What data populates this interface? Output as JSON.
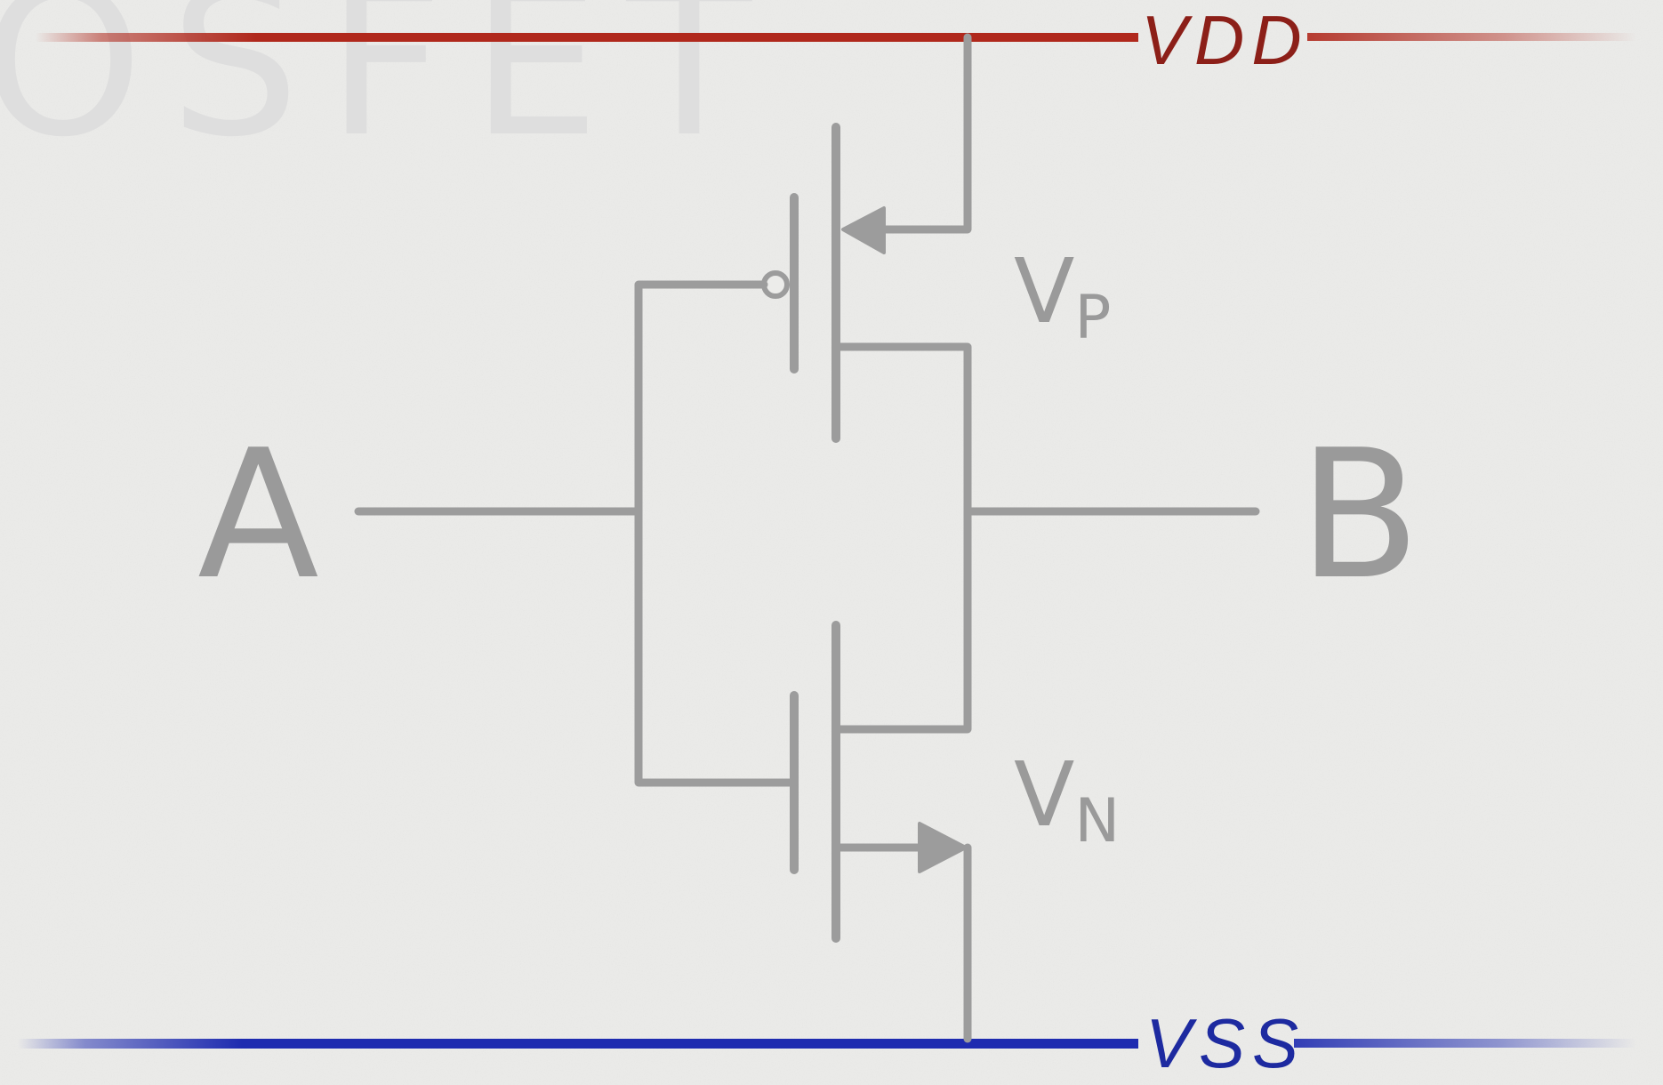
{
  "watermark_text": "OSFET",
  "labels": {
    "input": "A",
    "output": "B",
    "vp_main": "V",
    "vp_sub": "P",
    "vn_main": "V",
    "vn_sub": "N",
    "vdd": "VDD",
    "vss": "VSS"
  },
  "colors": {
    "vdd_rail": "#b0281c",
    "vdd_text": "#8c1f18",
    "vss_rail": "#1e2bb0",
    "vss_text": "#1d2aa0",
    "wire": "#9c9c9c",
    "background": "#ececea"
  }
}
